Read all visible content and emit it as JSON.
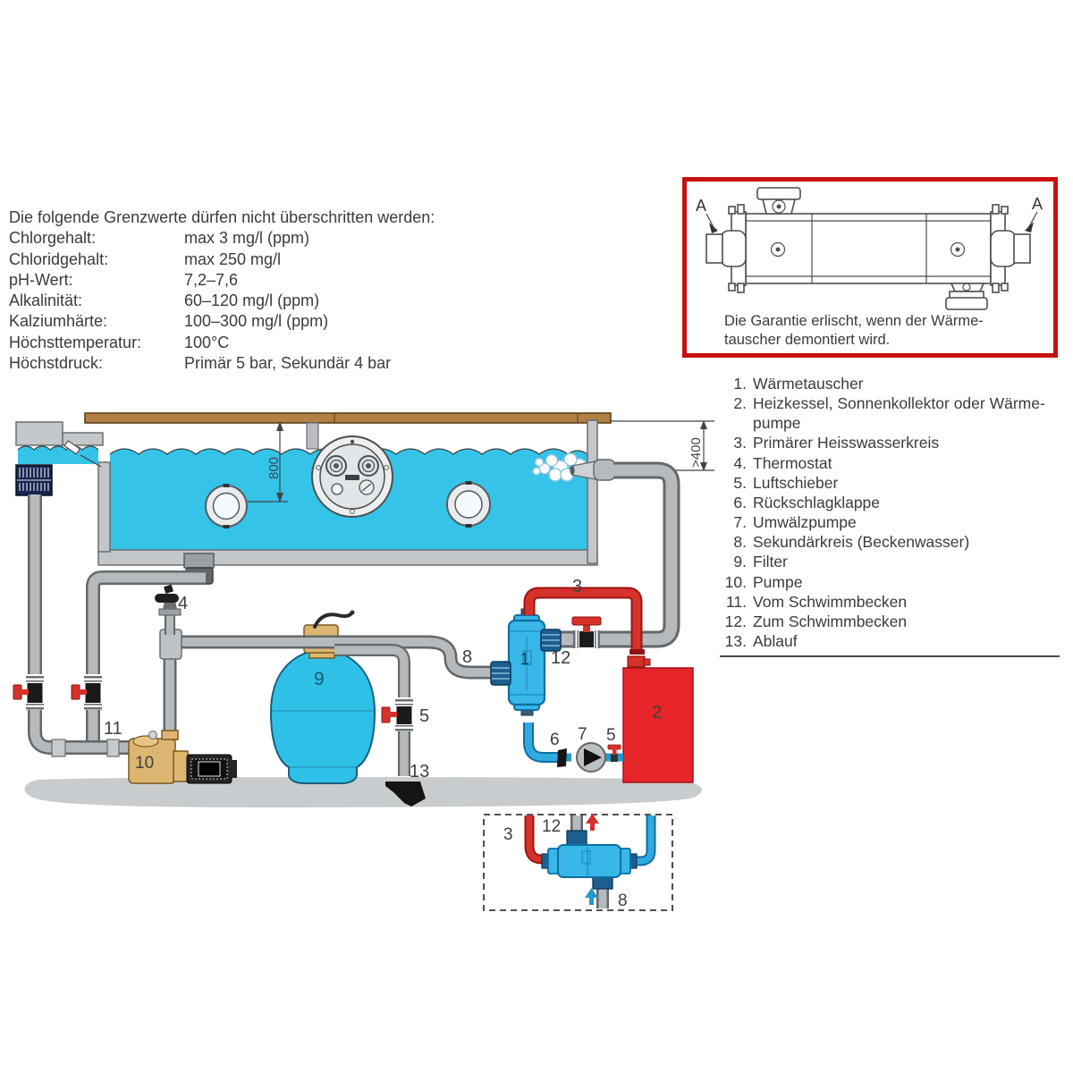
{
  "limits": {
    "intro": "Die folgende Grenzwerte dürfen nicht überschritten werden:",
    "rows": [
      {
        "label": "Chlorgehalt:",
        "value": "max 3 mg/l (ppm)"
      },
      {
        "label": "Chloridgehalt:",
        "value": "max 250 mg/l"
      },
      {
        "label": "pH-Wert:",
        "value": "7,2–7,6"
      },
      {
        "label": "Alkalinität:",
        "value": "60–120 mg/l (ppm)"
      },
      {
        "label": "Kalziumhärte:",
        "value": "100–300 mg/l (ppm)"
      },
      {
        "label": "Höchsttemperatur:",
        "value": "100°C"
      },
      {
        "label": "Höchstdruck:",
        "value": "Primär 5 bar, Sekundär 4 bar"
      }
    ]
  },
  "warranty_box": {
    "a_left": "A",
    "a_right": "A",
    "caption_line1": "Die Garantie erlischt, wenn der Wärme-",
    "caption_line2": "tauscher demontiert wird."
  },
  "legend": {
    "items": [
      {
        "num": "1.",
        "label": "Wärmetauscher"
      },
      {
        "num": "2.",
        "label": "Heizkessel, Sonnenkollektor oder Wärme-",
        "label2": "pumpe"
      },
      {
        "num": "3.",
        "label": "Primärer Heisswasserkreis"
      },
      {
        "num": "4.",
        "label": "Thermostat"
      },
      {
        "num": "5.",
        "label": "Luftschieber"
      },
      {
        "num": "6.",
        "label": "Rückschlagklappe"
      },
      {
        "num": "7.",
        "label": "Umwälzpumpe"
      },
      {
        "num": "8.",
        "label": "Sekundärkreis (Beckenwasser)"
      },
      {
        "num": "9.",
        "label": "Filter"
      },
      {
        "num": "10.",
        "label": "Pumpe"
      },
      {
        "num": "11.",
        "label": "Vom Schwimmbecken"
      },
      {
        "num": "12.",
        "label": "Zum Schwimmbecken"
      },
      {
        "num": "13.",
        "label": "Ablauf"
      }
    ]
  },
  "diagram": {
    "labels": {
      "heat_exchanger": "1",
      "boiler": "2",
      "primary_circuit": "3",
      "thermostat": "4",
      "air_valve_left": "5",
      "air_valve_right": "5",
      "check_valve": "6",
      "circulation_pump": "7",
      "secondary_circuit": "8",
      "filter": "9",
      "pump": "10",
      "from_pool": "11",
      "to_pool": "12",
      "drain": "13"
    },
    "detail_labels": {
      "primary": "3",
      "to_pool": "12",
      "secondary": "8"
    },
    "dimensions": {
      "depth": "800",
      "height": ">400"
    },
    "colors": {
      "water": "#35c3e8",
      "pipe": "#b6babd",
      "primary_red": "#d7312b",
      "boiler_red": "#e62529",
      "secondary_blue": "#2fabe1",
      "valve_tan": "#dcb671",
      "deck_brown": "#b08044",
      "ground": "#c9ccce",
      "box_border": "#c8100f"
    }
  }
}
